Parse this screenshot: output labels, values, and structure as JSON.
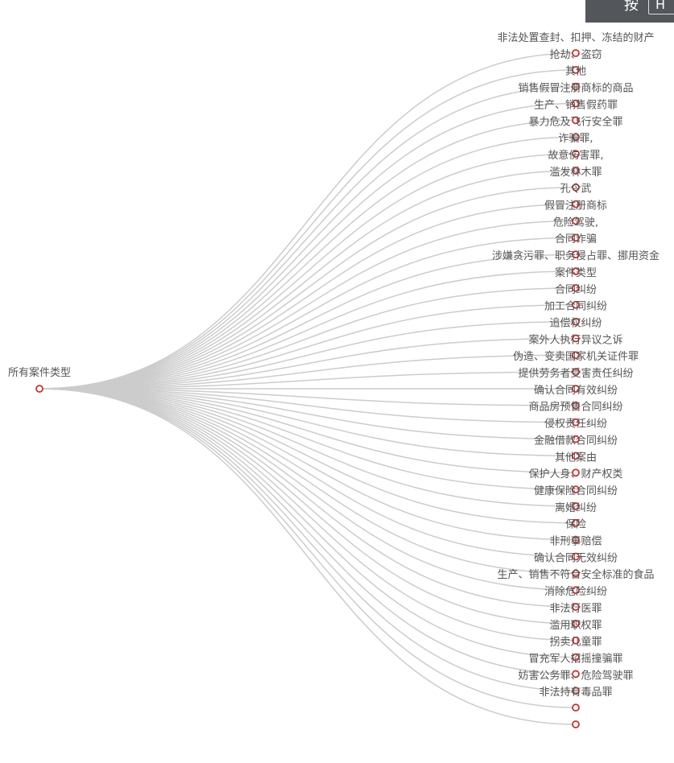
{
  "colors": {
    "link": "#cccccc",
    "node": "#c23531",
    "label": "#555555",
    "toolbar": "#53565b"
  },
  "toolbar": {
    "label": "按",
    "box_text": "H"
  },
  "tree": {
    "root": "所有案件类型",
    "children": [
      "非法处置查封、扣押、冻结的财产",
      "抢劫、盗窃",
      "其他",
      "销售假冒注册商标的商品",
      "生产、销售假药罪",
      "暴力危及飞行安全罪",
      "诈骗罪,",
      "故意伤害罪,",
      "滥发林木罪",
      "孔令武",
      "假冒注册商标",
      "危险驾驶,",
      "合同诈骗",
      "涉嫌贪污罪、职务侵占罪、挪用资金",
      "案件类型",
      "合同纠纷",
      "加工合同纠纷",
      "追偿权纠纷",
      "案外人执行异议之诉",
      "伪造、变卖国家机关证件罪",
      "提供劳务者受害责任纠纷",
      "确认合同有效纠纷",
      "商品房预售合同纠纷",
      "侵权责任纠纷",
      "金融借款合同纠纷",
      "其他案由",
      "保护人身、财产权类",
      "健康保险合同纠纷",
      "离婚纠纷",
      "保险",
      "非刑事赔偿",
      "确认合同无效纠纷",
      "生产、销售不符合安全标准的食品",
      "消除危险纠纷",
      "非法行医罪",
      "滥用职权罪",
      "拐卖儿童罪",
      "冒充军人招摇撞骗罪",
      "妨害公务罪、危险驾驶罪",
      "非法持有毒品罪"
    ]
  }
}
